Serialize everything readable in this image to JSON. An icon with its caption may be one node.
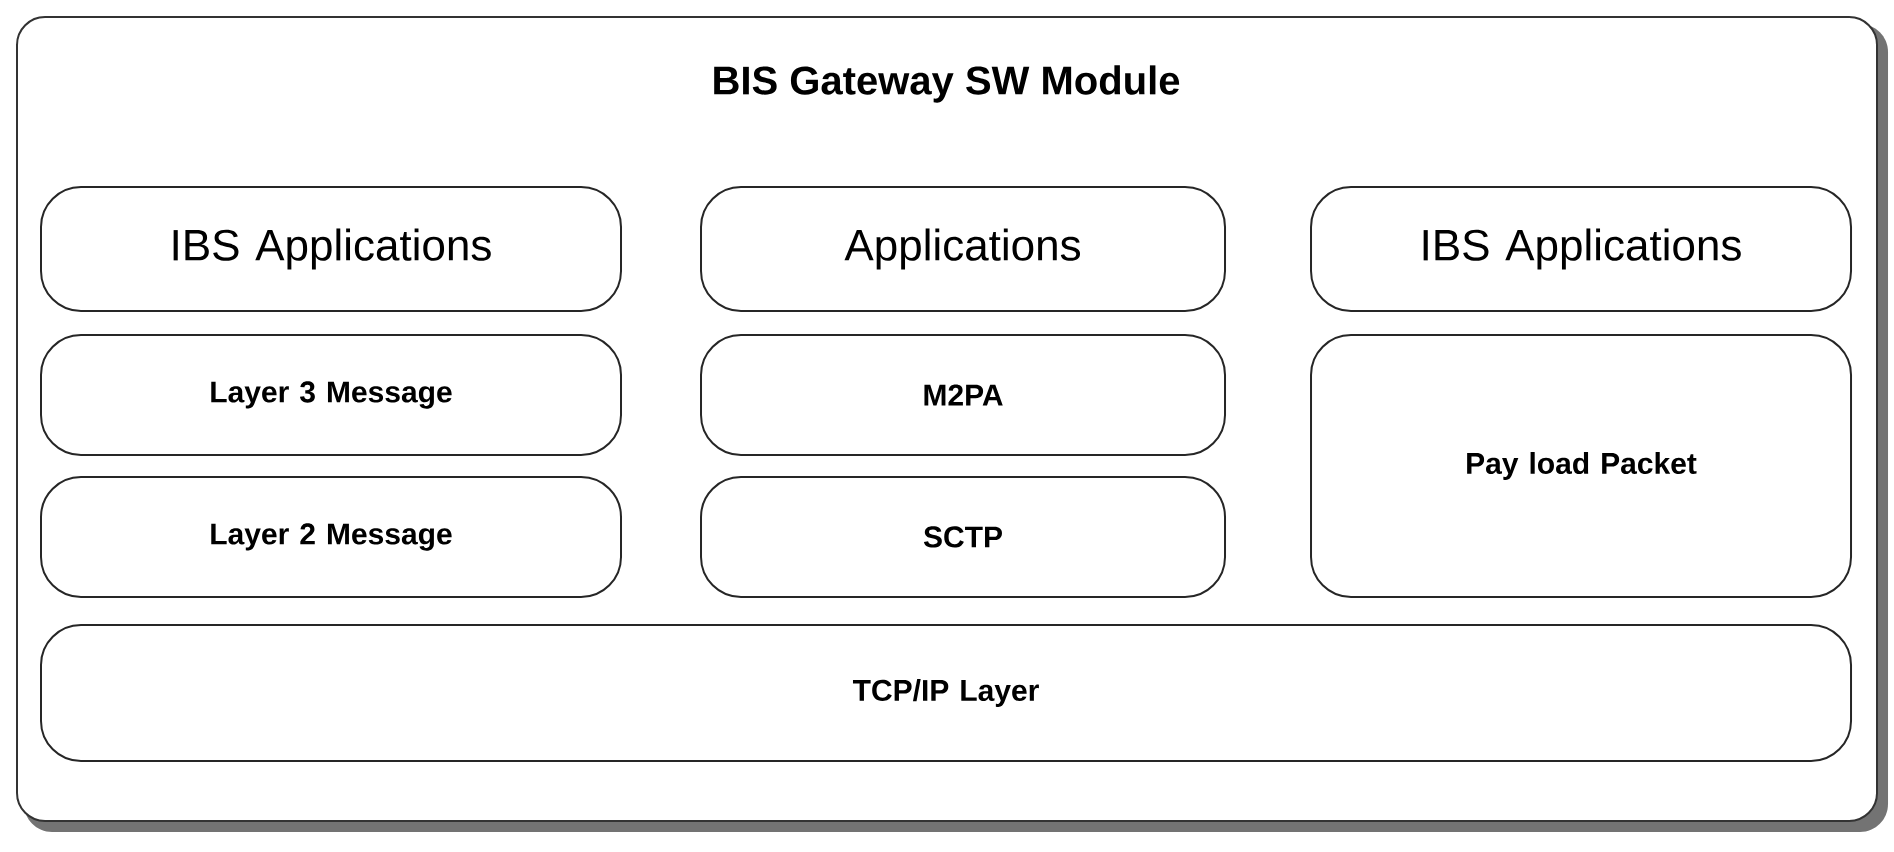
{
  "diagram": {
    "nodes": [
      {
        "text": [
          "BIS Gateway SW Module"
        ]
      },
      {
        "text": [
          "IBS Applications"
        ],
        "in": 0
      },
      {
        "text": [
          "Applications"
        ],
        "in": 0
      },
      {
        "text": [
          "IBS Applications"
        ],
        "in": 0
      },
      {
        "text": [
          "Layer 3 Message"
        ],
        "in": 0
      },
      {
        "text": [
          "M2PA"
        ],
        "in": 0
      },
      {
        "text": [
          "Pay load Packet"
        ],
        "in": 0
      },
      {
        "text": [
          "Layer 2 Message"
        ],
        "in": 0
      },
      {
        "text": [
          "SCTP"
        ],
        "in": 0
      },
      {
        "text": [
          "TCP/IP Layer"
        ],
        "in": 0
      }
    ]
  }
}
